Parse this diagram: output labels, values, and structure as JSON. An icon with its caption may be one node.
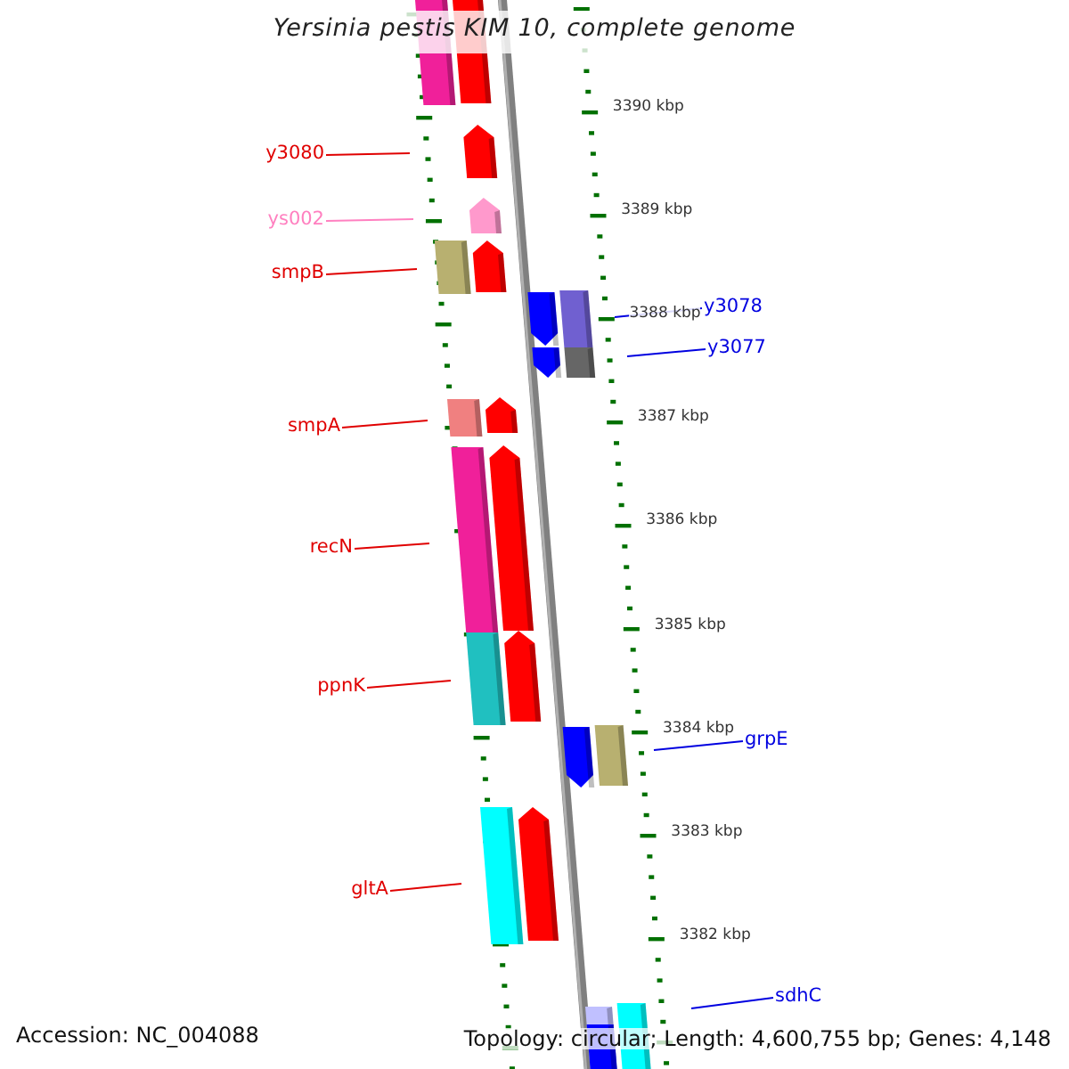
{
  "diagram": {
    "title": "Yersinia pestis KIM 10, complete genome",
    "nodes": [
      {
        "text": [
          "y3080"
        ]
      },
      {
        "text": [
          "ys002"
        ]
      },
      {
        "text": [
          "smpB"
        ]
      },
      {
        "text": [
          "smpA"
        ]
      },
      {
        "text": [
          "recN"
        ]
      },
      {
        "text": [
          "ppnK"
        ]
      },
      {
        "text": [
          "gltA"
        ]
      },
      {
        "text": [
          "y3078"
        ]
      },
      {
        "text": [
          "y3077"
        ]
      },
      {
        "text": [
          "grpE"
        ]
      },
      {
        "text": [
          "sdhC"
        ]
      }
    ],
    "edges": [
      {
        "from": 0,
        "to": null,
        "arrow": "none"
      },
      {
        "from": 1,
        "to": null,
        "arrow": "none",
        "color": "#ff80c0"
      },
      {
        "from": 2,
        "to": null,
        "arrow": "none"
      },
      {
        "from": 3,
        "to": null,
        "arrow": "none"
      },
      {
        "from": 4,
        "to": null,
        "arrow": "none"
      },
      {
        "from": 5,
        "to": null,
        "arrow": "none"
      },
      {
        "from": 6,
        "to": null,
        "arrow": "none"
      },
      {
        "from": 7,
        "to": null,
        "arrow": "none",
        "color": "#0000e0"
      },
      {
        "from": 8,
        "to": null,
        "arrow": "none",
        "color": "#0000e0"
      },
      {
        "from": 9,
        "to": null,
        "arrow": "none",
        "color": "#0000e0"
      },
      {
        "from": 10,
        "to": null,
        "arrow": "none",
        "color": "#0000e0"
      }
    ],
    "labels": [
      "3390 kbp",
      "3389 kbp",
      "3388 kbp",
      "3387 kbp",
      "3386 kbp",
      "3385 kbp",
      "3384 kbp",
      "3383 kbp",
      "3382 kbp",
      "Accession: NC_004088",
      "Topology: circular; Length: 4,600,755 bp; Genes: 4,148"
    ]
  }
}
